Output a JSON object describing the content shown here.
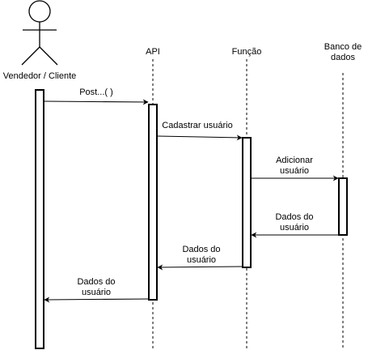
{
  "participants": {
    "actor": "Vendedor / Cliente",
    "api": "API",
    "funcao": "Função",
    "banco_line1": "Banco de",
    "banco_line2": "dados"
  },
  "messages": {
    "m1": "Post...( )",
    "m2": "Cadastrar usuário",
    "m3_line1": "Adicionar",
    "m3_line2": "usuário",
    "m4_line1": "Dados do",
    "m4_line2": "usuário",
    "m5_line1": "Dados do",
    "m5_line2": "usuário",
    "m6_line1": "Dados do",
    "m6_line2": "usuário"
  }
}
